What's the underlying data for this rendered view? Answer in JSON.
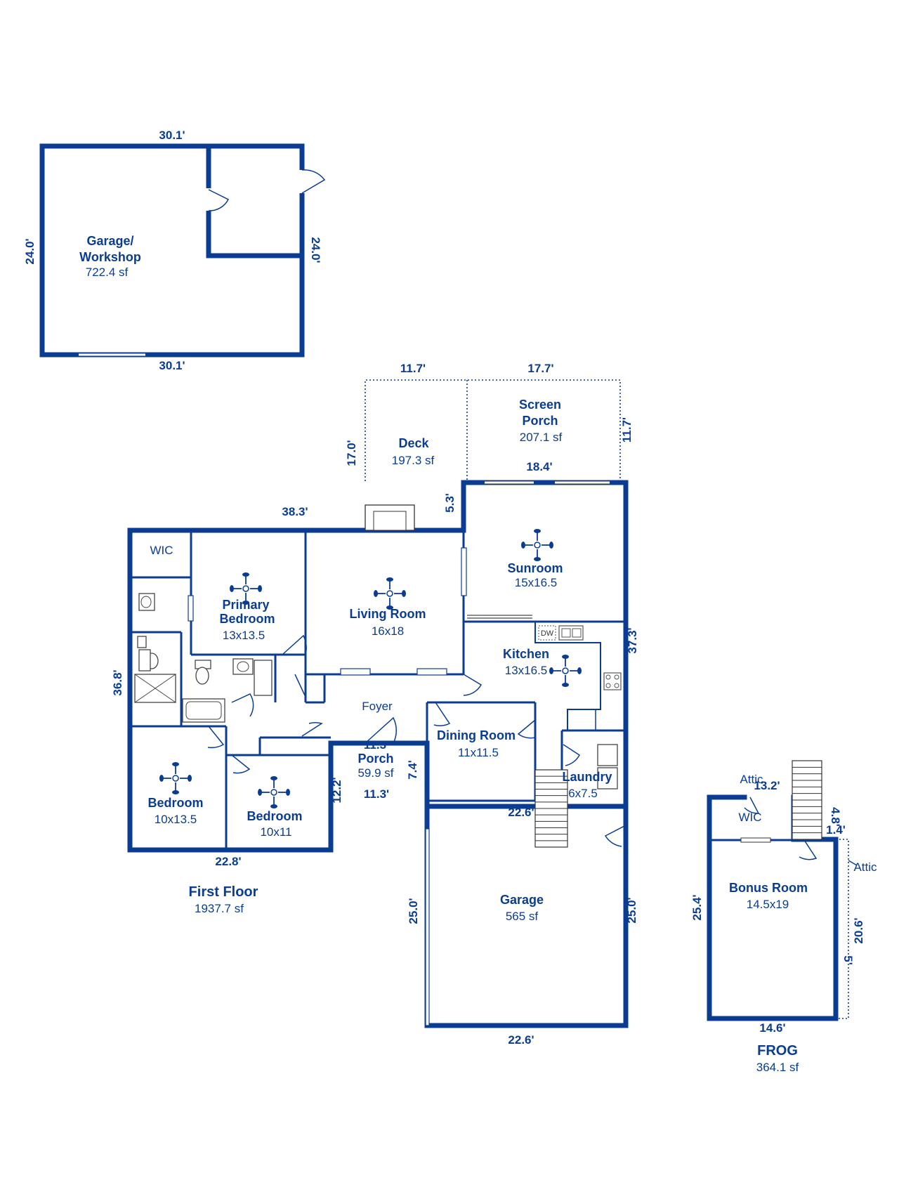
{
  "colors": {
    "wall": "#0a3d91",
    "background": "#ffffff"
  },
  "detached_garage": {
    "name": "Garage/\nWorkshop",
    "name_line1": "Garage/",
    "name_line2": "Workshop",
    "area": "722.4 sf",
    "dim_top": "30.1'",
    "dim_bottom": "30.1'",
    "dim_left": "24.0'",
    "dim_right": "24.0'"
  },
  "first_floor": {
    "title": "First Floor",
    "area": "1937.7 sf",
    "rooms": {
      "wic": "WIC",
      "primary_bedroom": {
        "line1": "Primary",
        "line2": "Bedroom",
        "size": "13x13.5"
      },
      "living_room": {
        "name": "Living Room",
        "size": "16x18"
      },
      "sunroom": {
        "name": "Sunroom",
        "size": "15x16.5"
      },
      "kitchen": {
        "name": "Kitchen",
        "size": "13x16.5"
      },
      "foyer": "Foyer",
      "dining_room": {
        "name": "Dining Room",
        "size": "11x11.5"
      },
      "laundry": {
        "name": "Laundry",
        "size": "6x7.5"
      },
      "bedroom_1": {
        "name": "Bedroom",
        "size": "10x13.5"
      },
      "bedroom_2": {
        "name": "Bedroom",
        "size": "10x11"
      },
      "porch": {
        "name": "Porch",
        "area": "59.9 sf"
      },
      "deck": {
        "name": "Deck",
        "area": "197.3 sf"
      },
      "screen_porch": {
        "line1": "Screen",
        "line2": "Porch",
        "area": "207.1 sf"
      },
      "garage": {
        "name": "Garage",
        "area": "565 sf"
      }
    },
    "dims": {
      "deck_top": "11.7'",
      "screen_top": "17.7'",
      "deck_left": "17.0'",
      "screen_right": "11.7'",
      "sunroom_top": "18.4'",
      "step": "5.3'",
      "house_top": "38.3'",
      "house_right": "37.3'",
      "house_left": "36.8'",
      "house_bottom": "22.8'",
      "porch_top": "11.3'",
      "porch_bottom": "11.3'",
      "porch_left": "12.2'",
      "porch_right": "7.4'",
      "garage_top": "22.6'",
      "garage_bottom": "22.6'",
      "garage_left": "25.0'",
      "garage_right": "25.0'"
    },
    "appliance_dw": "DW"
  },
  "frog": {
    "title": "FROG",
    "area": "364.1 sf",
    "bonus_room": {
      "name": "Bonus Room",
      "size": "14.5x19"
    },
    "wic": "WIC",
    "attic_top": "Attic",
    "attic_right": "Attic",
    "dims": {
      "top": "13.2'",
      "right_top": "4.8'",
      "step": "1.4'",
      "left": "25.4'",
      "right": "20.6'",
      "bottom": "14.6'",
      "small": "5'"
    }
  },
  "icons": [
    "ceiling-fan-icon",
    "toilet-icon",
    "sink-icon",
    "bathtub-icon",
    "shower-icon",
    "stove-icon",
    "stairs-icon",
    "fireplace-icon"
  ]
}
